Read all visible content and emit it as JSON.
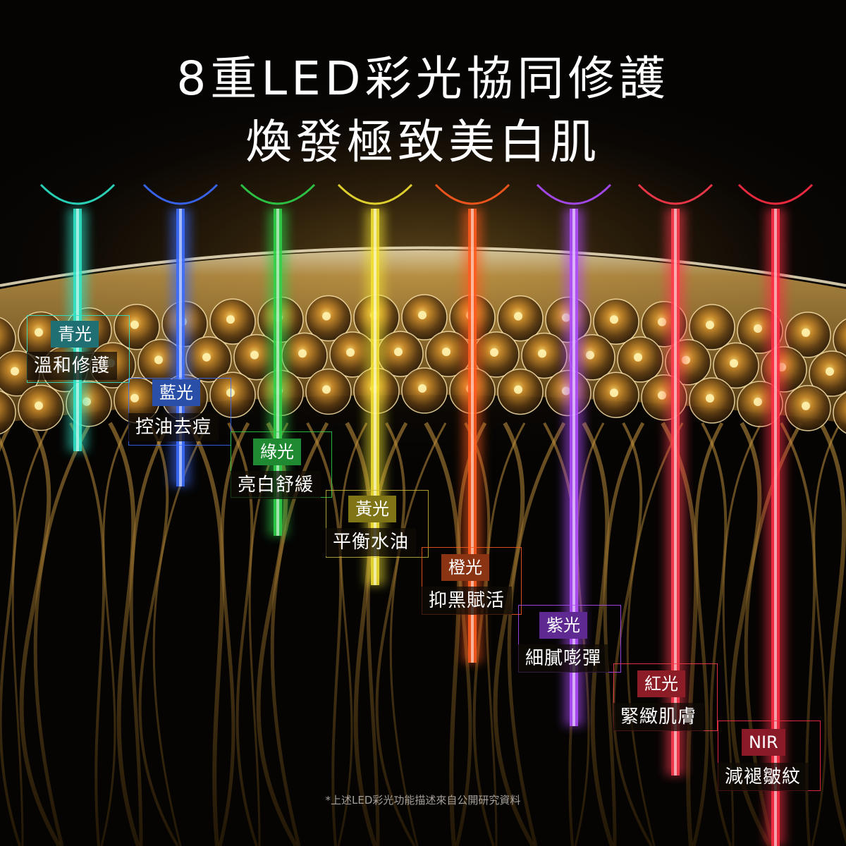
{
  "headline": {
    "line1": "8重LED彩光協同修護",
    "line2": "煥發極致美白肌"
  },
  "lights": [
    {
      "tag": "青光",
      "desc": "溫和修護",
      "color": "#2ee6c9",
      "tag_bg": "#1f6f73"
    },
    {
      "tag": "藍光",
      "desc": "控油去痘",
      "color": "#3b6cff",
      "tag_bg": "#2a4fa8"
    },
    {
      "tag": "綠光",
      "desc": "亮白舒緩",
      "color": "#2fd24a",
      "tag_bg": "#1f8a32"
    },
    {
      "tag": "黃光",
      "desc": "平衡水油",
      "color": "#f2e233",
      "tag_bg": "#7f7416"
    },
    {
      "tag": "橙光",
      "desc": "抑黑賦活",
      "color": "#ff5a1f",
      "tag_bg": "#8a3414"
    },
    {
      "tag": "紫光",
      "desc": "細膩嘭彈",
      "color": "#b04dff",
      "tag_bg": "#5e2990"
    },
    {
      "tag": "紅光",
      "desc": "緊緻肌膚",
      "color": "#ff3b4f",
      "tag_bg": "#8c1c26"
    },
    {
      "tag": "NIR",
      "desc": "減褪皺紋",
      "color": "#ff2d45",
      "tag_bg": "#8a1a27"
    }
  ],
  "footnote": "*上述LED彩光功能描述來自公開研究資料"
}
